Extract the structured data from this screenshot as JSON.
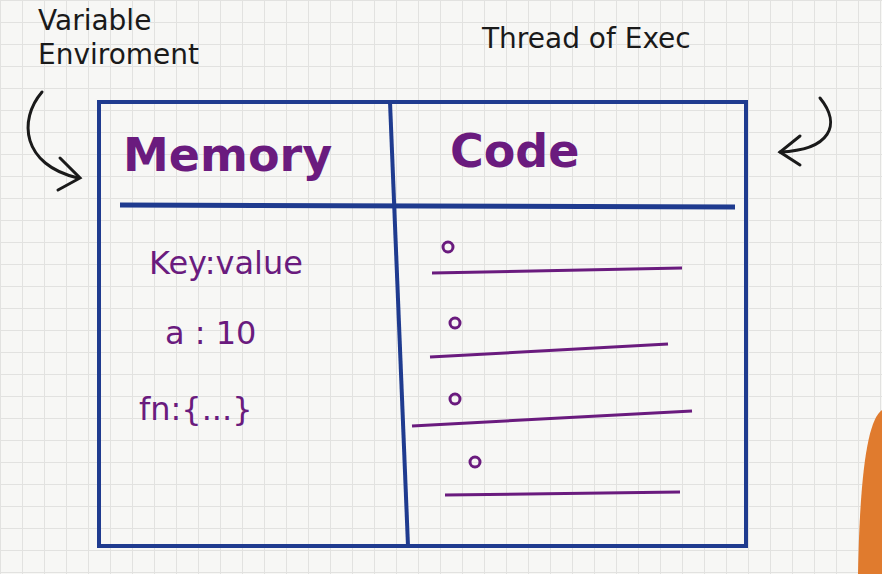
{
  "diagram": {
    "nodes": [
      {
        "text": [
          "Memory",
          "Key:value",
          "a : 10",
          "fn:{...}"
        ]
      },
      {
        "text": [
          "Code"
        ]
      }
    ],
    "labels": [
      "Variable Enviroment",
      "Thread of Exec"
    ]
  }
}
